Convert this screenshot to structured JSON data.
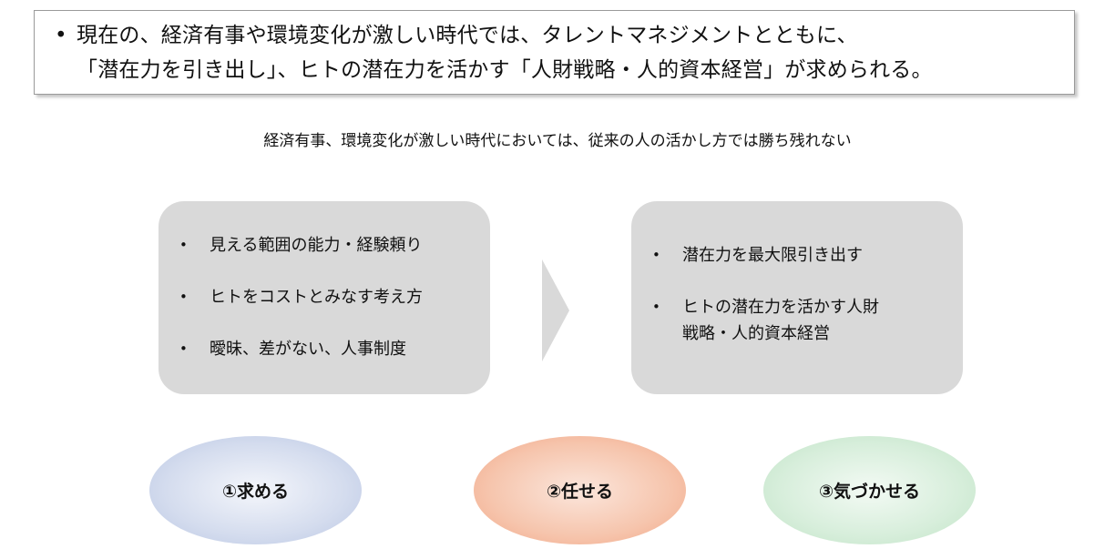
{
  "headline": {
    "bullet": "•",
    "line1": "現在の、経済有事や環境変化が激しい時代では、タレントマネジメントとともに、",
    "line2": "「潜在力を引き出し」、ヒトの潜在力を活かす「人財戦略・人的資本経営」が求められる。"
  },
  "subtitle": "経済有事、環境変化が激しい時代においては、従来の人の活かし方では勝ち残れない",
  "bullet_glyph": "•",
  "left_panel": {
    "items": [
      "見える範囲の能力・経験頼り",
      "ヒトをコストとみなす考え方",
      "曖昧、差がない、人事制度"
    ]
  },
  "right_panel": {
    "items": [
      "潜在力を最大限引き出す",
      "ヒトの潜在力を活かす人財"
    ],
    "item2_cont": "戦略・人的資本経営"
  },
  "ellipses": [
    {
      "label": "①求める",
      "color": "#b9c6e3"
    },
    {
      "label": "②任せる",
      "color": "#f2a787"
    },
    {
      "label": "③気づかせる",
      "color": "#c0e3c6"
    }
  ],
  "colors": {
    "panel": "#d9d9d9",
    "arrow": "#d9d9d9",
    "headline_border": "#9a9a9a"
  }
}
